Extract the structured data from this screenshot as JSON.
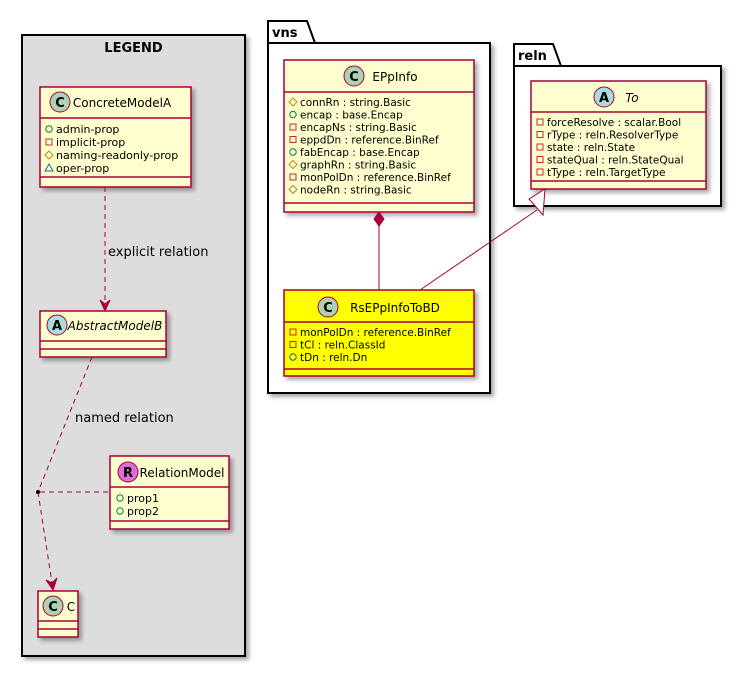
{
  "legend": {
    "title": "LEGEND",
    "concrete": {
      "stereotype": "C",
      "name": "ConcreteModelA",
      "attributes": [
        {
          "vis": "+",
          "text": "admin-prop"
        },
        {
          "vis": "-",
          "text": "implicit-prop"
        },
        {
          "vis": "#",
          "text": "naming-readonly-prop"
        },
        {
          "vis": "~",
          "text": "oper-prop"
        }
      ]
    },
    "abstract": {
      "stereotype": "A",
      "name": "AbstractModelB"
    },
    "relation_model": {
      "stereotype": "R",
      "name": "RelationModel",
      "attributes": [
        {
          "vis": "+",
          "text": "prop1"
        },
        {
          "vis": "+",
          "text": "prop2"
        }
      ]
    },
    "c_class": {
      "stereotype": "C",
      "name": "C"
    },
    "explicit_label": "explicit relation",
    "named_label": "named relation"
  },
  "vns": {
    "package": "vns",
    "epp": {
      "stereotype": "C",
      "name": "EPpInfo",
      "attributes": [
        {
          "vis": "#",
          "text": "connRn : string.Basic"
        },
        {
          "vis": "+",
          "text": "encap : base.Encap"
        },
        {
          "vis": "-",
          "text": "encapNs : string.Basic"
        },
        {
          "vis": "-",
          "text": "eppdDn : reference.BinRef"
        },
        {
          "vis": "+",
          "text": "fabEncap : base.Encap"
        },
        {
          "vis": "#",
          "text": "graphRn : string.Basic"
        },
        {
          "vis": "-",
          "text": "monPolDn : reference.BinRef"
        },
        {
          "vis": "#",
          "text": "nodeRn : string.Basic"
        }
      ]
    },
    "rs": {
      "stereotype": "C",
      "name": "RsEPpInfoToBD",
      "attributes": [
        {
          "vis": "-",
          "text": "monPolDn : reference.BinRef"
        },
        {
          "vis": "-",
          "text": "tCl : reln.ClassId"
        },
        {
          "vis": "+",
          "text": "tDn : reln.Dn"
        }
      ]
    }
  },
  "reln": {
    "package": "reln",
    "to": {
      "stereotype": "A",
      "name": "To",
      "attributes": [
        {
          "vis": "-",
          "text": "forceResolve : scalar.Bool"
        },
        {
          "vis": "-",
          "text": "rType : reln.ResolverType"
        },
        {
          "vis": "-",
          "text": "state : reln.State"
        },
        {
          "vis": "-",
          "text": "stateQual : reln.StateQual"
        },
        {
          "vis": "-",
          "text": "tType : reln.TargetType"
        }
      ]
    }
  },
  "colors": {
    "class_fill": "#FEFECE",
    "class_border": "#A80036",
    "highlight_fill": "#FFFF00",
    "legend_bg": "#DDDDDD",
    "circle_C": "#ADD1B2",
    "circle_A": "#A9DCDF",
    "circle_R": "#DA70D6",
    "arrow": "#A80036"
  }
}
